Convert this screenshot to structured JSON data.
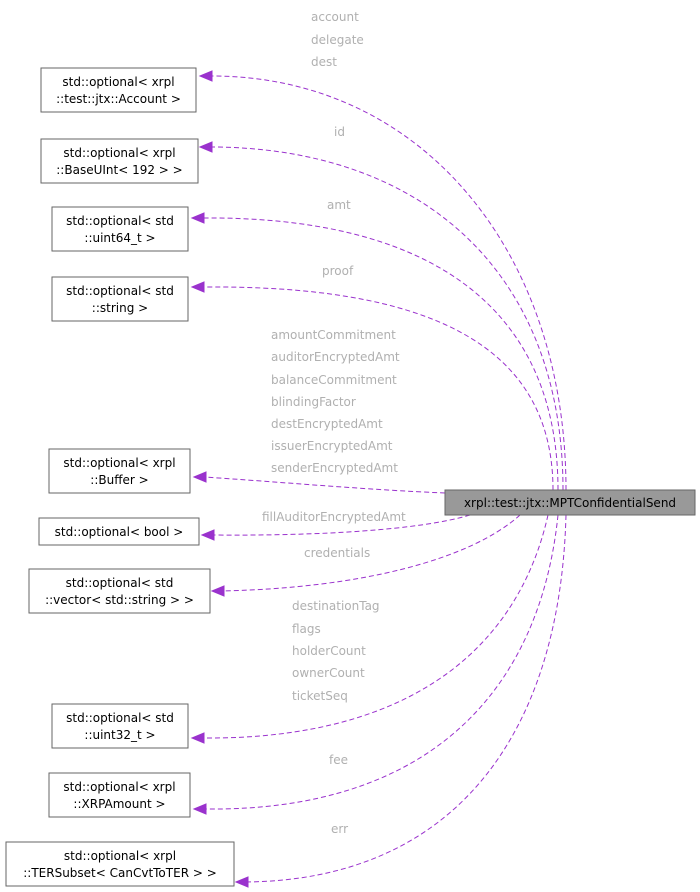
{
  "main_node": {
    "label": "xrpl::test::jtx::MPTConfidentialSend"
  },
  "nodes": [
    {
      "id": "account_opt",
      "lines": [
        "std::optional< xrpl",
        "::test::jtx::Account >"
      ],
      "labels": [
        "account",
        "delegate",
        "dest"
      ]
    },
    {
      "id": "baseuint_opt",
      "lines": [
        "std::optional< xrpl",
        "::BaseUInt< 192 > >"
      ],
      "labels": [
        "id"
      ]
    },
    {
      "id": "uint64_opt",
      "lines": [
        "std::optional< std",
        "::uint64_t >"
      ],
      "labels": [
        "amt"
      ]
    },
    {
      "id": "string_opt",
      "lines": [
        "std::optional< std",
        "::string >"
      ],
      "labels": [
        "proof"
      ]
    },
    {
      "id": "buffer_opt",
      "lines": [
        "std::optional< xrpl",
        "::Buffer >"
      ],
      "labels": [
        "amountCommitment",
        "auditorEncryptedAmt",
        "balanceCommitment",
        "blindingFactor",
        "destEncryptedAmt",
        "issuerEncryptedAmt",
        "senderEncryptedAmt"
      ]
    },
    {
      "id": "bool_opt",
      "lines": [
        "std::optional< bool >"
      ],
      "labels": [
        "fillAuditorEncryptedAmt"
      ]
    },
    {
      "id": "vector_opt",
      "lines": [
        "std::optional< std",
        "::vector< std::string > >"
      ],
      "labels": [
        "credentials"
      ]
    },
    {
      "id": "uint32_opt",
      "lines": [
        "std::optional< std",
        "::uint32_t >"
      ],
      "labels": [
        "destinationTag",
        "flags",
        "holderCount",
        "ownerCount",
        "ticketSeq"
      ]
    },
    {
      "id": "xrpamount_opt",
      "lines": [
        "std::optional< xrpl",
        "::XRPAmount >"
      ],
      "labels": [
        "fee"
      ]
    },
    {
      "id": "tersubset_opt",
      "lines": [
        "std::optional< xrpl",
        "::TERSubset< CanCvtToTER > >"
      ],
      "labels": [
        "err"
      ]
    }
  ],
  "colors": {
    "edge": "#9a32cd",
    "label": "#b0b0b0",
    "main_fill": "#999999",
    "border": "#666666"
  }
}
